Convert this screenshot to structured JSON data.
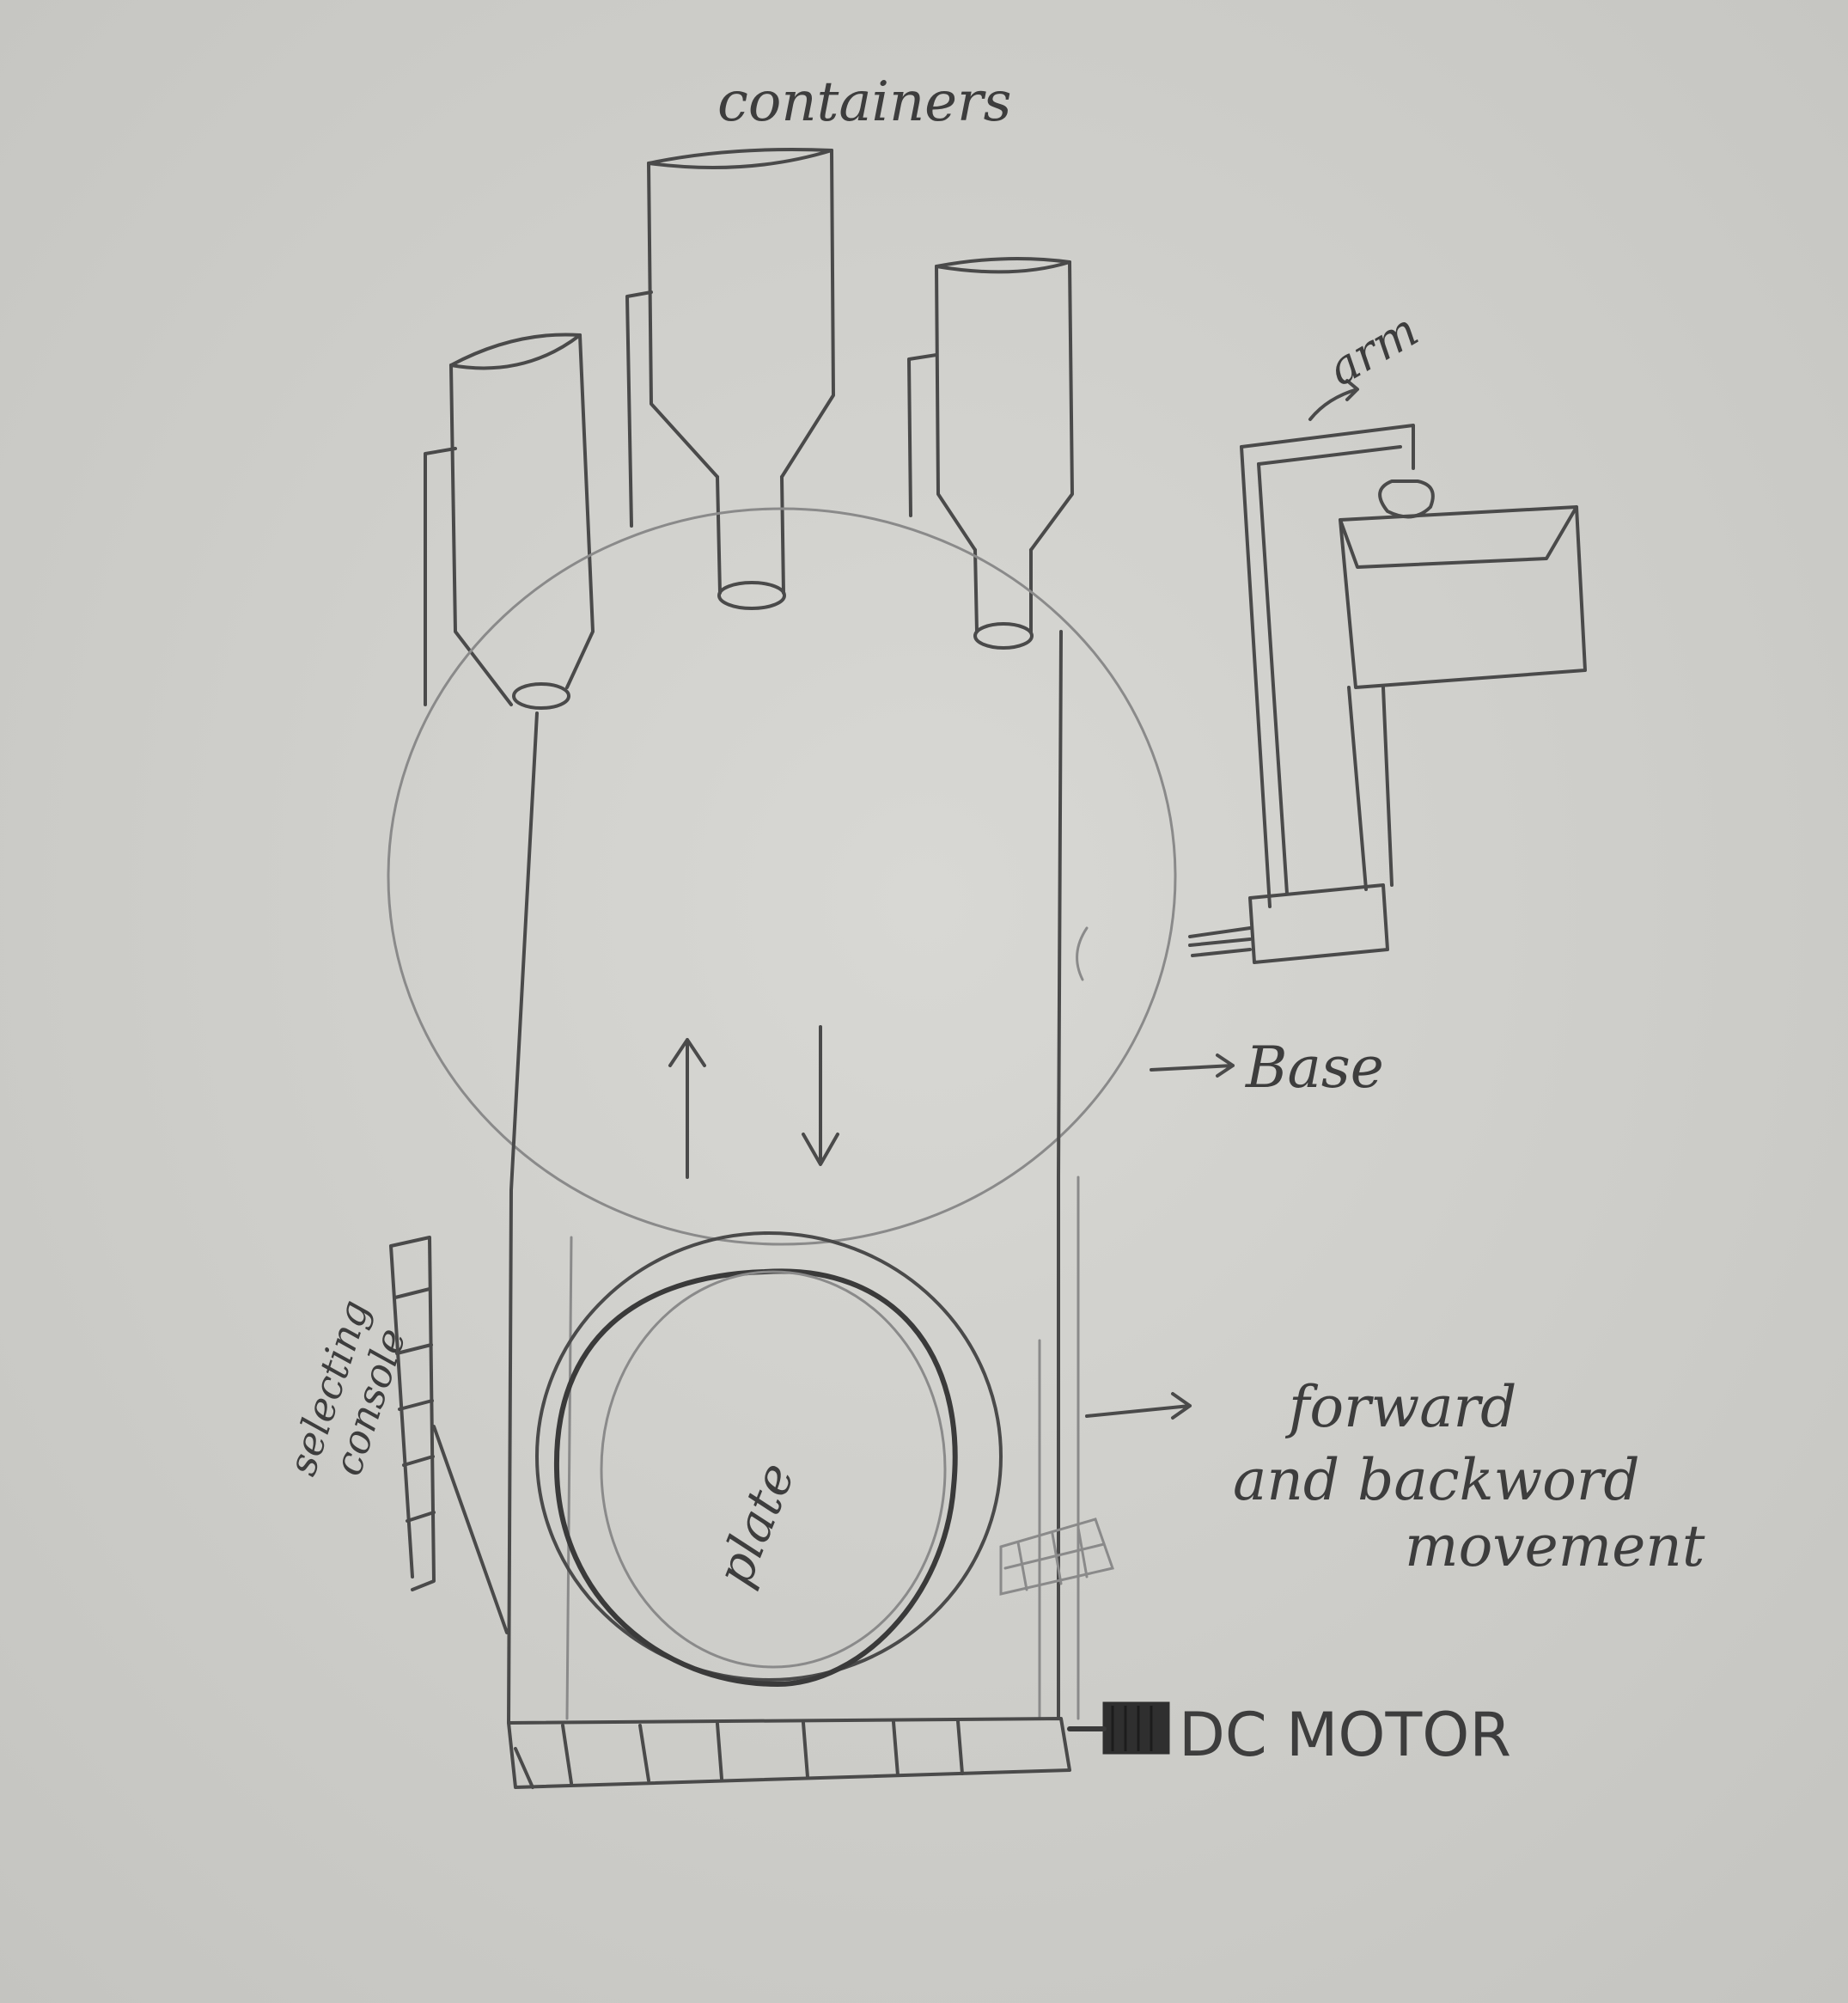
{
  "labels": {
    "containers": "containers",
    "arm": "arm",
    "base": "Base",
    "selecting_console": [
      "selecting",
      "console"
    ],
    "plate": "plate",
    "movement": [
      "forward",
      "and backword",
      "movement"
    ],
    "dc_motor": "DC MOTOR"
  },
  "colors": {
    "paper": "#cfcfcb",
    "pencil": "#4a4a4a"
  }
}
